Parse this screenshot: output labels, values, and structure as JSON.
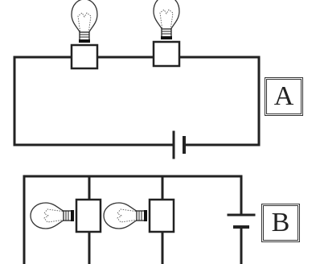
{
  "circuits": {
    "a": {
      "label": "A",
      "connection": "series",
      "bulbs": 2,
      "cells": 1
    },
    "b": {
      "label": "B",
      "connection": "parallel",
      "bulbs": 2,
      "cells": 1
    }
  }
}
